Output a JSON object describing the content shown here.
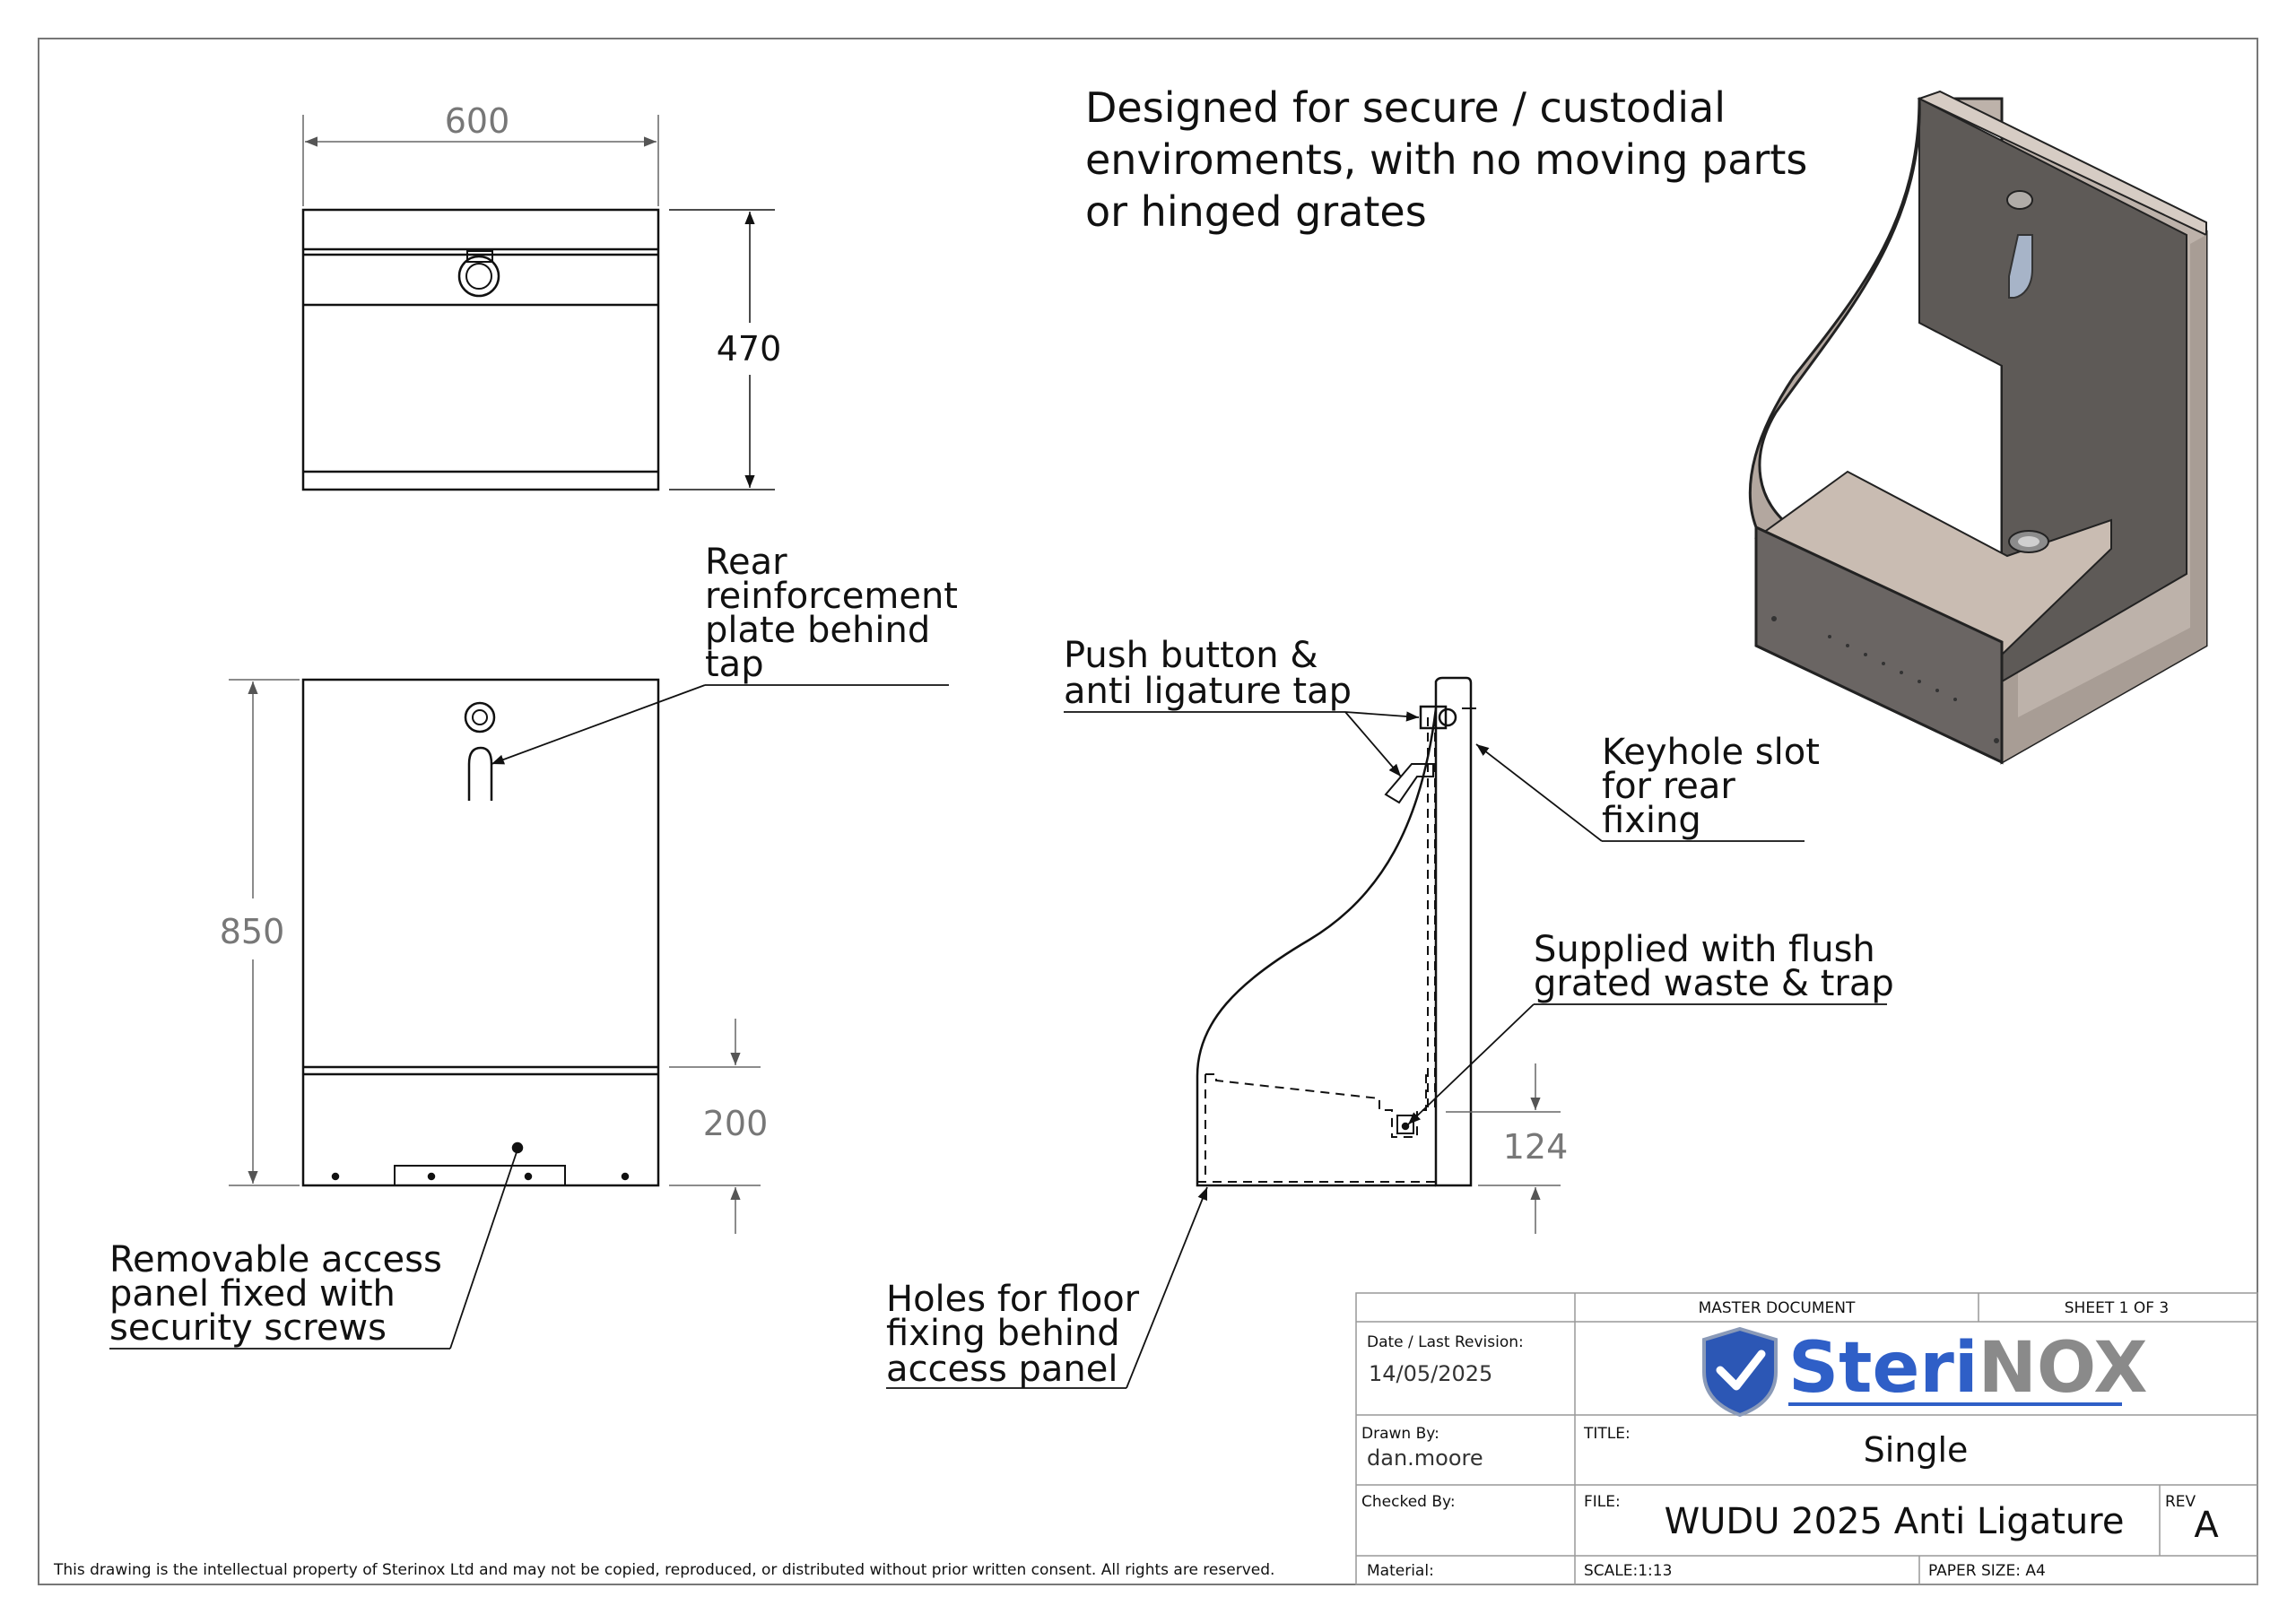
{
  "drawing": {
    "dims": {
      "top_width": "600",
      "top_depth": "470",
      "front_height": "850",
      "front_panel_height": "200",
      "side_waste_height": "124"
    },
    "headline": [
      "Designed for secure / custodial",
      "enviroments, with no moving parts",
      "or hinged grates"
    ],
    "notes": {
      "rear_plate": [
        "Rear",
        "reinforcement",
        "plate behind",
        "tap"
      ],
      "push_button": [
        "Push button &",
        "anti ligature tap"
      ],
      "keyhole": [
        "Keyhole slot",
        "for rear",
        "fixing"
      ],
      "waste": [
        "Supplied with flush",
        "grated waste & trap"
      ],
      "access_panel": [
        "Removable access",
        "panel fixed with",
        "security screws"
      ],
      "floor_holes": [
        "Holes for floor",
        "fixing behind",
        "access panel"
      ]
    }
  },
  "title_block": {
    "master": "MASTER DOCUMENT",
    "sheet": "SHEET 1 OF 3",
    "date_label": "Date / Last Revision:",
    "date_value": "14/05/2025",
    "logo_text_a": "Steri",
    "logo_text_b": "NOX",
    "drawn_label": "Drawn By:",
    "drawn_value": "dan.moore",
    "title_label": "TITLE:",
    "title_value": "Single",
    "checked_label": "Checked By:",
    "file_label": "FILE:",
    "file_value": "WUDU 2025 Anti Ligature",
    "rev_label": "REV",
    "rev_value": "A",
    "material_label": "Material:",
    "scale": "SCALE:1:13",
    "paper": "PAPER SIZE: A4"
  },
  "footer_notice": "This drawing is the intellectual property of Sterinox Ltd and may not be copied, reproduced, or distributed without prior written consent. All rights are reserved.",
  "colors": {
    "line": "#111111",
    "dim": "#666666",
    "brand_blue": "#2f5fc7",
    "brand_gray": "#8a8a8a",
    "shield": "#2c57b5",
    "product_back": "#5e5a57",
    "product_side": "#b9aea6",
    "product_front": "#6a6563"
  }
}
